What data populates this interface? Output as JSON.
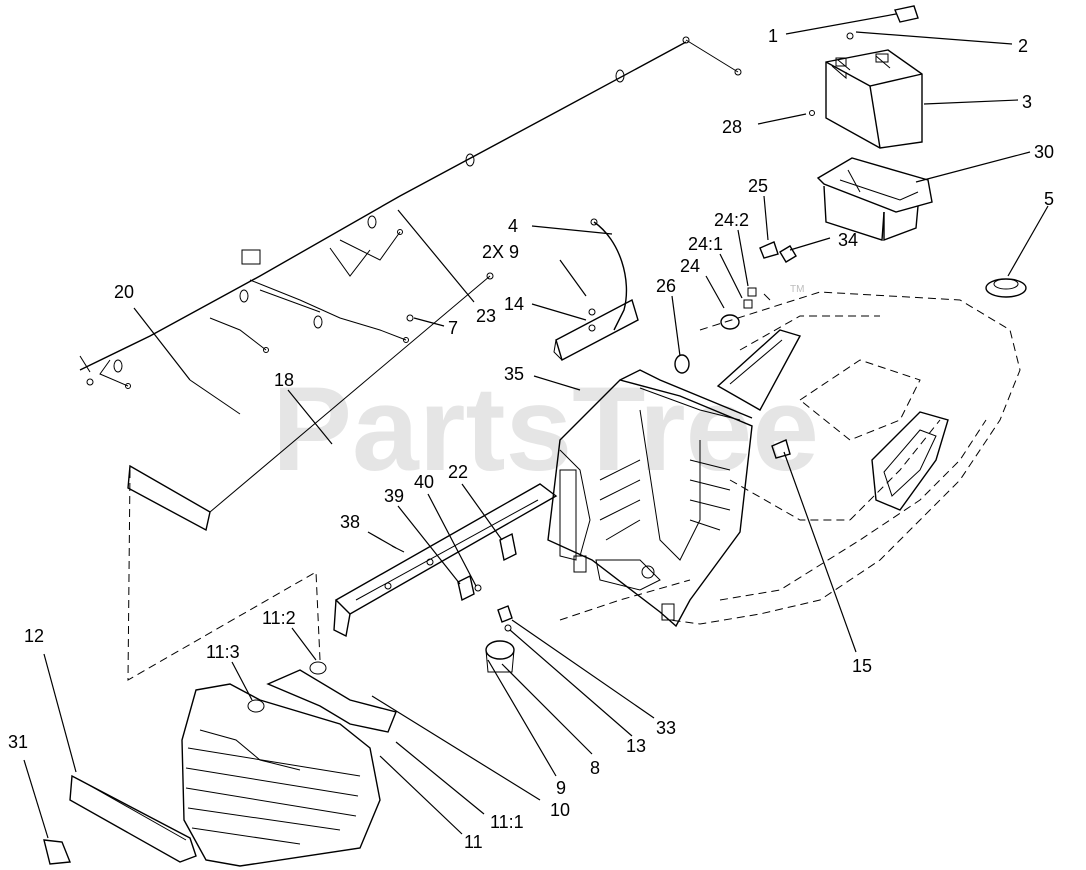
{
  "watermark": {
    "text": "PartsTree",
    "trademark": "TM"
  },
  "callouts": [
    {
      "id": "c1",
      "label": "1"
    },
    {
      "id": "c2",
      "label": "2"
    },
    {
      "id": "c3",
      "label": "3"
    },
    {
      "id": "c28",
      "label": "28"
    },
    {
      "id": "c30",
      "label": "30"
    },
    {
      "id": "c5",
      "label": "5"
    },
    {
      "id": "c25",
      "label": "25"
    },
    {
      "id": "c24_2",
      "label": "24:2"
    },
    {
      "id": "c24_1",
      "label": "24:1"
    },
    {
      "id": "c24",
      "label": "24"
    },
    {
      "id": "c34",
      "label": "34"
    },
    {
      "id": "c26",
      "label": "26"
    },
    {
      "id": "c4",
      "label": "4"
    },
    {
      "id": "c2x9",
      "label": "2X 9"
    },
    {
      "id": "c14",
      "label": "14"
    },
    {
      "id": "c23",
      "label": "23"
    },
    {
      "id": "c7",
      "label": "7"
    },
    {
      "id": "c20",
      "label": "20"
    },
    {
      "id": "c18",
      "label": "18"
    },
    {
      "id": "c35",
      "label": "35"
    },
    {
      "id": "c22",
      "label": "22"
    },
    {
      "id": "c40",
      "label": "40"
    },
    {
      "id": "c39",
      "label": "39"
    },
    {
      "id": "c38",
      "label": "38"
    },
    {
      "id": "c15",
      "label": "15"
    },
    {
      "id": "c12",
      "label": "12"
    },
    {
      "id": "c11_2",
      "label": "11:2"
    },
    {
      "id": "c11_3",
      "label": "11:3"
    },
    {
      "id": "c31",
      "label": "31"
    },
    {
      "id": "c33",
      "label": "33"
    },
    {
      "id": "c13",
      "label": "13"
    },
    {
      "id": "c8",
      "label": "8"
    },
    {
      "id": "c9",
      "label": "9"
    },
    {
      "id": "c10",
      "label": "10"
    },
    {
      "id": "c11_1",
      "label": "11:1"
    },
    {
      "id": "c11",
      "label": "11"
    }
  ]
}
